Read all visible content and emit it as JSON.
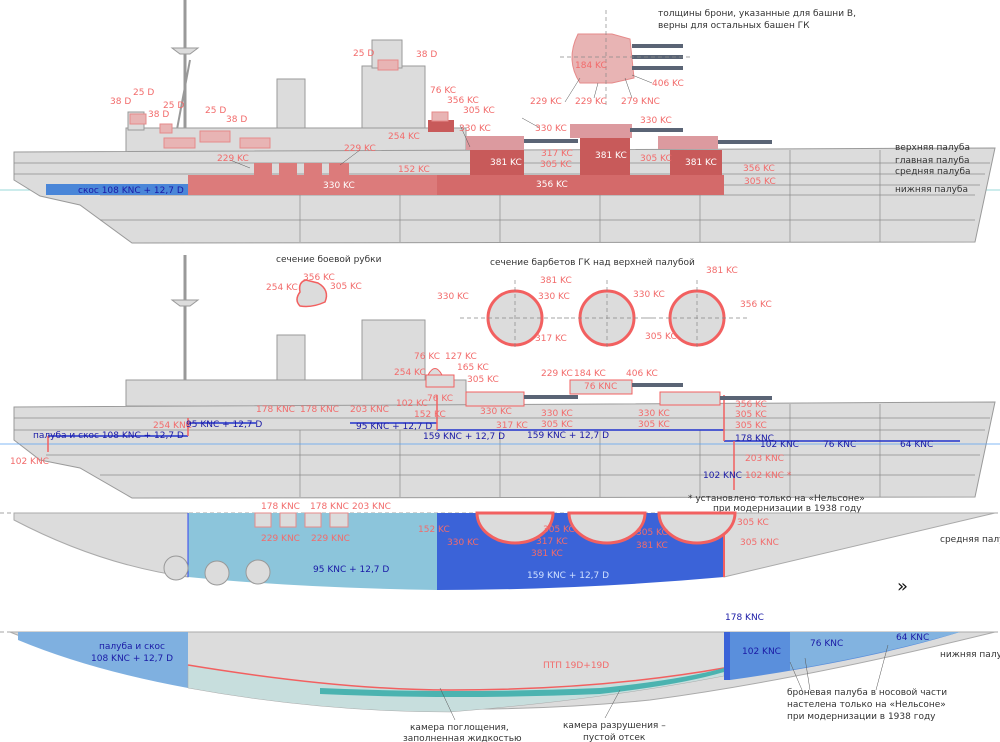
{
  "colors": {
    "armor_red": "#dc7b7b",
    "armor_dark": "#c85a5a",
    "deck_blue": "#3b63d8",
    "deck_light_blue": "#8cc5db",
    "slope_blue": "#4a86d8",
    "label_red": "#f26b6b",
    "label_blue": "#1a1aa6",
    "teal": "#4bb3b0"
  },
  "profile_top": {
    "note": [
      "толщины брони, указанные для башни B,",
      "верны для остальных башен ГК"
    ],
    "decks": [
      "верхняя палуба",
      "главная палуба",
      "средняя палуба",
      "нижняя палуба"
    ],
    "slope": "скос 108 KNC + 12,7 D",
    "labels": [
      "38 D",
      "25 D",
      "38 D",
      "25 D",
      "25 D",
      "38 D",
      "25 D",
      "38 D",
      "76 KC",
      "356 KC",
      "305 KC",
      "330 KC",
      "254 KC",
      "229 KC",
      "229 KC",
      "152 KC",
      "184 KC",
      "406 KC",
      "229 KC",
      "229 KC",
      "279 KNC",
      "330 KC",
      "330 KC",
      "317 KC",
      "305 KC",
      "305 KC",
      "356 KC",
      "305 KC"
    ],
    "inner": [
      "330 KC",
      "356 KC",
      "381 KC",
      "381 KC",
      "381 KC"
    ]
  },
  "sections": {
    "conning_title": "сечение боевой рубки",
    "conning": [
      "356 KC",
      "254 KC",
      "305 KC"
    ],
    "barbette_title": "сечение барбетов ГК над верхней палубой",
    "barbettes": [
      "381 KC",
      "330 KC",
      "330 KC",
      "317 KC",
      "330 KC",
      "381 KC",
      "356 KC",
      "305 KC"
    ]
  },
  "profile_mid": {
    "red": [
      "76 KC",
      "127 KC",
      "165 KC",
      "254 KC",
      "305 KC",
      "102 KC",
      "76 KC",
      "152 KC",
      "178 KNC",
      "178 KNC",
      "203 KNC",
      "254 KNC",
      "102 KNC",
      "229 KC",
      "184 KC",
      "406 KC",
      "76 KNC",
      "330 KC",
      "317 KC",
      "330 KC",
      "305 KC",
      "330 KC",
      "305 KC",
      "356 KC",
      "305 KC",
      "305 KC",
      "203 KNC",
      "102 KNC *"
    ],
    "blue": [
      "95 KNC + 12,7 D",
      "95 KNC + 12,7 D",
      "палуба и скос 108 KNC + 12,7 D",
      "159 KNC + 12,7 D",
      "159 KNC + 12,7 D",
      "178 KNC",
      "102 KNC",
      "76 KNC",
      "64 KNC",
      "102 KNC"
    ],
    "footnote": [
      "* установлено только на «Нельсоне»",
      "при модернизации в 1938 году"
    ]
  },
  "plan_middle": {
    "red": [
      "178 KNC",
      "178 KNC",
      "203 KNC",
      "229 KNC",
      "229 KNC",
      "152 KC",
      "330 KC",
      "305 KC",
      "317 KC",
      "381 KC",
      "305 KC",
      "381 KC",
      "305 KC",
      "305 KNC"
    ],
    "deck_aft": "95 KNC + 12,7 D",
    "deck_mid": "159 KNC + 12,7 D",
    "deck_name": "средняя палуба",
    "next": "»"
  },
  "plan_lower": {
    "aft": [
      "палуба и скос",
      "108 KNC + 12,7 D"
    ],
    "bow": [
      "178 KNC",
      "102 KNC",
      "76 KNC",
      "64 KNC"
    ],
    "torpedo": "ПТП 19D+19D",
    "deck_name": "нижняя палуба",
    "bow_note": [
      "броневая палуба в носовой части",
      "настелена только на «Нельсоне»",
      "при модернизации в 1938 году"
    ],
    "absorb": [
      "камера поглощения,",
      "заполненная жидкостью"
    ],
    "destroy": [
      "камера разрушения –",
      "пустой отсек"
    ]
  }
}
